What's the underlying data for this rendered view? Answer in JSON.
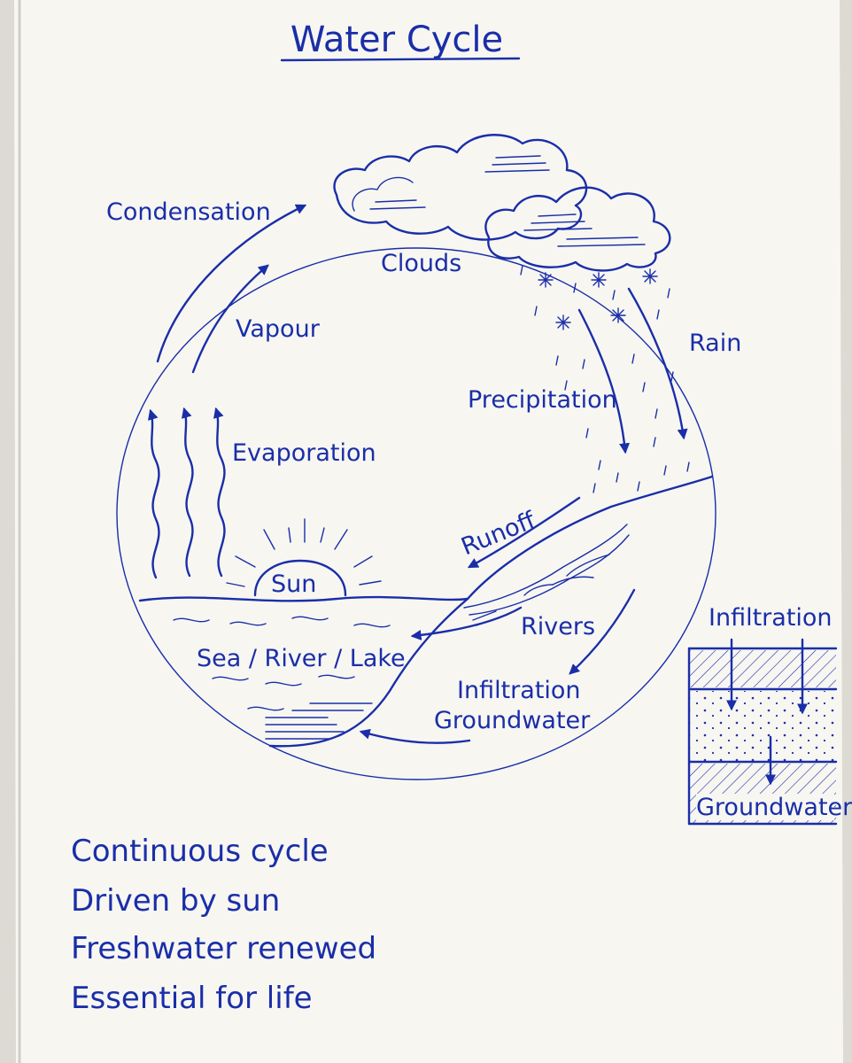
{
  "title": "Water Cycle",
  "labels": {
    "condensation": "Condensation",
    "clouds": "Clouds",
    "vapour": "Vapour",
    "rain": "Rain",
    "precipitation": "Precipitation",
    "evaporation": "Evaporation",
    "runoff": "Runoff",
    "sun": "Sun",
    "sea_river_lake": "Sea / River / Lake",
    "rivers": "Rivers",
    "infiltration_groundwater_1": "Infiltration",
    "infiltration_groundwater_2": "Groundwater"
  },
  "inset": {
    "top_label": "Infiltration",
    "bottom_label": "Groundwater"
  },
  "notes": [
    "Continuous cycle",
    "Driven by sun",
    "Freshwater renewed",
    "Essential for life"
  ],
  "colors": {
    "ink": "#1a2ea8",
    "paper": "#f7f6f1",
    "background": "#dcdad3"
  }
}
